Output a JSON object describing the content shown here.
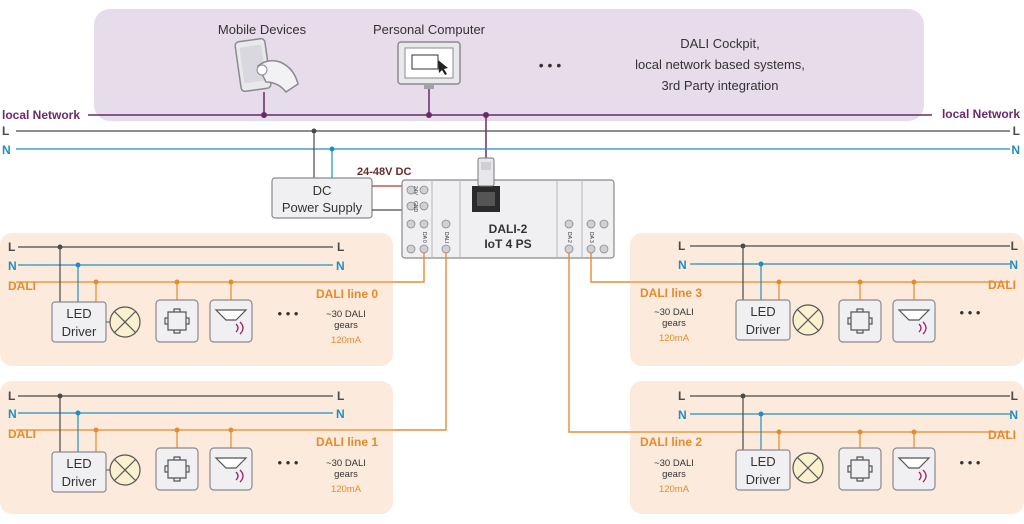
{
  "top": {
    "mobile_devices": "Mobile Devices",
    "personal_computer": "Personal Computer",
    "ellipsis": "• • •",
    "systems_line1": "DALI Cockpit,",
    "systems_line2": "local network based systems,",
    "systems_line3": "3rd Party integration"
  },
  "network": {
    "local_network_left": "local Network",
    "local_network_right": "local Network",
    "L": "L",
    "N": "N"
  },
  "power_supply": {
    "voltage": "24-48V DC",
    "line1": "DC",
    "line2": "Power Supply"
  },
  "controller": {
    "line1": "DALI-2",
    "line2": "IoT 4 PS",
    "terminal_24v": "24V",
    "terminal_gnd": "GND",
    "terminal_da0": "DA 0",
    "terminal_dali": "DALI",
    "terminal_da2": "DA 2",
    "terminal_da3": "DA 3"
  },
  "dali_lines": [
    {
      "name": "DALI line 0",
      "gears": "~30 DALI",
      "gears2": "gears",
      "current": "120mA"
    },
    {
      "name": "DALI line 1",
      "gears": "~30 DALI",
      "gears2": "gears",
      "current": "120mA"
    },
    {
      "name": "DALI line 2",
      "gears": "~30 DALI",
      "gears2": "gears",
      "current": "120mA"
    },
    {
      "name": "DALI line 3",
      "gears": "~30 DALI",
      "gears2": "gears",
      "current": "120mA"
    }
  ],
  "bus": {
    "L": "L",
    "N": "N",
    "DALI": "DALI"
  },
  "led_driver": {
    "line1": "LED",
    "line2": "Driver"
  },
  "more": "• • •",
  "colors": {
    "network_purple": "#6b2a6b",
    "panel_purple": "#e6dcea",
    "L_line": "#4a4a4a",
    "N_line": "#1f8fc0",
    "dali_orange": "#e8892a",
    "zone_fill": "#fcebdc",
    "power_red": "#b03a2e"
  }
}
